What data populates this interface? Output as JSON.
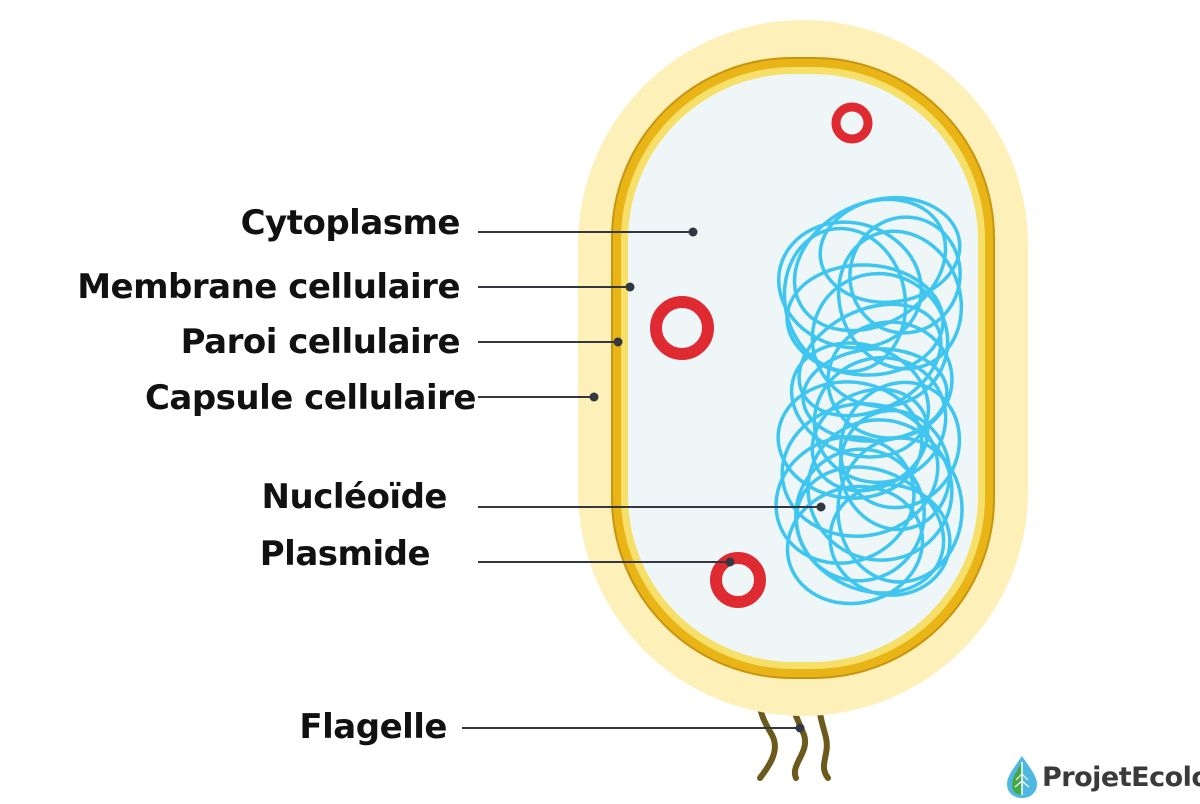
{
  "labels": {
    "cytoplasm": "Cytoplasme",
    "membrane": "Membrane cellulaire",
    "wall": "Paroi cellulaire",
    "capsule": "Capsule cellulaire",
    "nucleoid": "Nucléoïde",
    "plasmid": "Plasmide",
    "flagellum": "Flagelle"
  },
  "logo": {
    "text": "ProjetEcolo",
    "icon": "leaf-drop-icon"
  },
  "colors": {
    "capsule": "#fdf0b8",
    "wall": "#e8b416",
    "wall_stroke": "#c89510",
    "membrane": "#f7e06a",
    "cytoplasm": "#eef6f7",
    "nucleoid": "#3ec6f0",
    "plasmid": "#e02a32",
    "flagellum": "#6b5a1c",
    "leader": "#333840",
    "label_text": "#111111"
  }
}
